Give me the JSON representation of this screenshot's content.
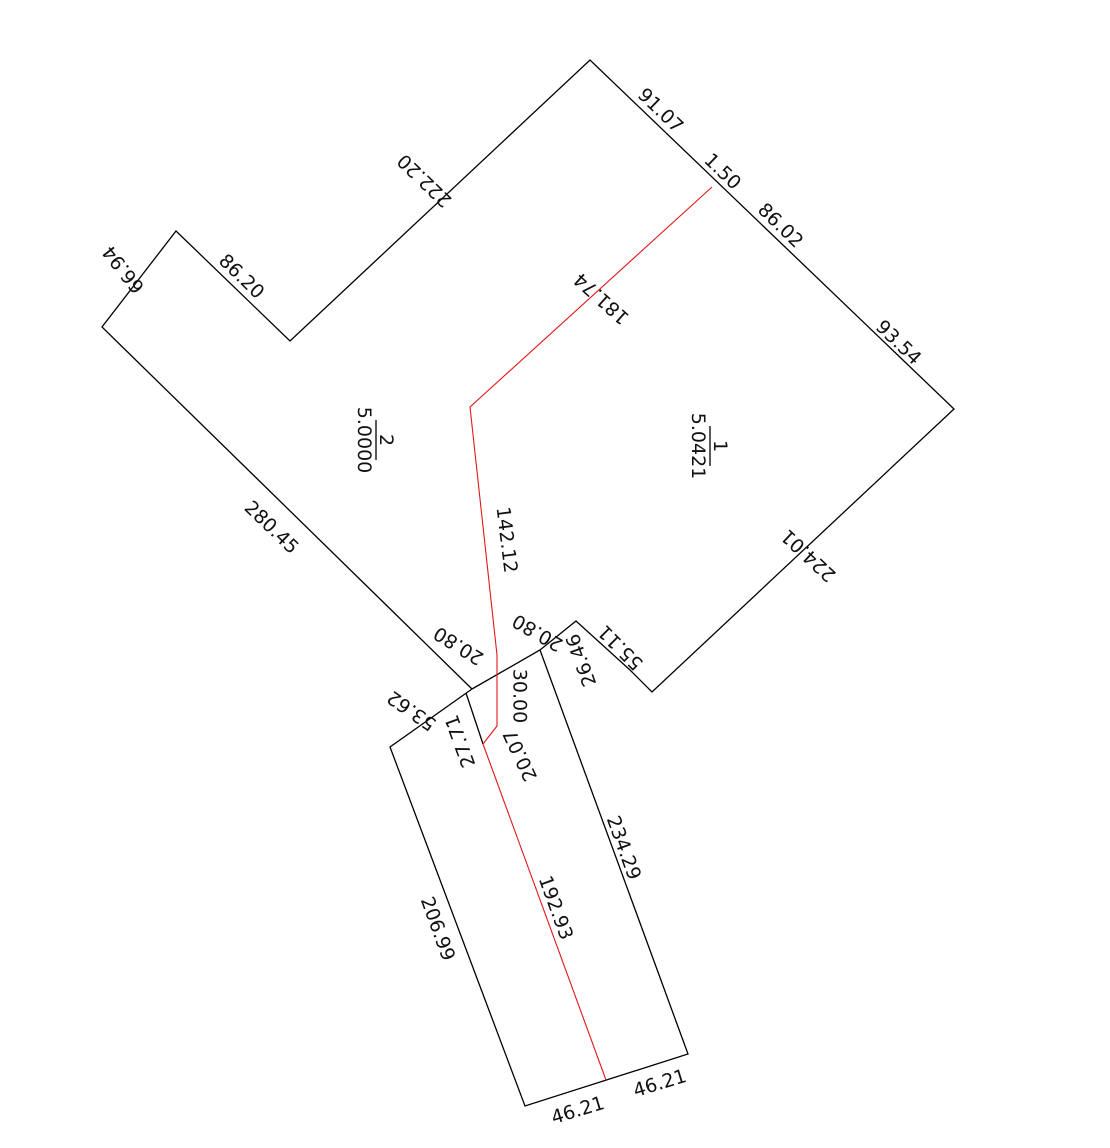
{
  "colors": {
    "boundary": "#000000",
    "division": "#e01818",
    "text": "#111111"
  },
  "parcels": [
    {
      "id": "parcel-1",
      "number": "1",
      "area": "5.0421"
    },
    {
      "id": "parcel-2",
      "number": "2",
      "area": "5.0000"
    }
  ],
  "dimensions": {
    "d_91_07": "91.07",
    "d_1_50": "1.50",
    "d_86_02": "86.02",
    "d_93_54": "93.54",
    "d_224_01": "224.01",
    "d_55_11": "55.11",
    "d_26_46": "26.46",
    "d_20_80_right": "20.80",
    "d_20_80_left": "20.80",
    "d_30_00": "30.00",
    "d_53_62": "53.62",
    "d_27_71": "27.71",
    "d_20_07": "20.07",
    "d_234_29": "234.29",
    "d_192_93": "192.93",
    "d_206_99": "206.99",
    "d_46_21_left": "46.21",
    "d_46_21_right": "46.21",
    "d_280_45": "280.45",
    "d_142_12": "142.12",
    "d_181_74": "181.74",
    "d_222_20": "222.20",
    "d_86_20": "86.20",
    "d_66_94": "66.94"
  }
}
